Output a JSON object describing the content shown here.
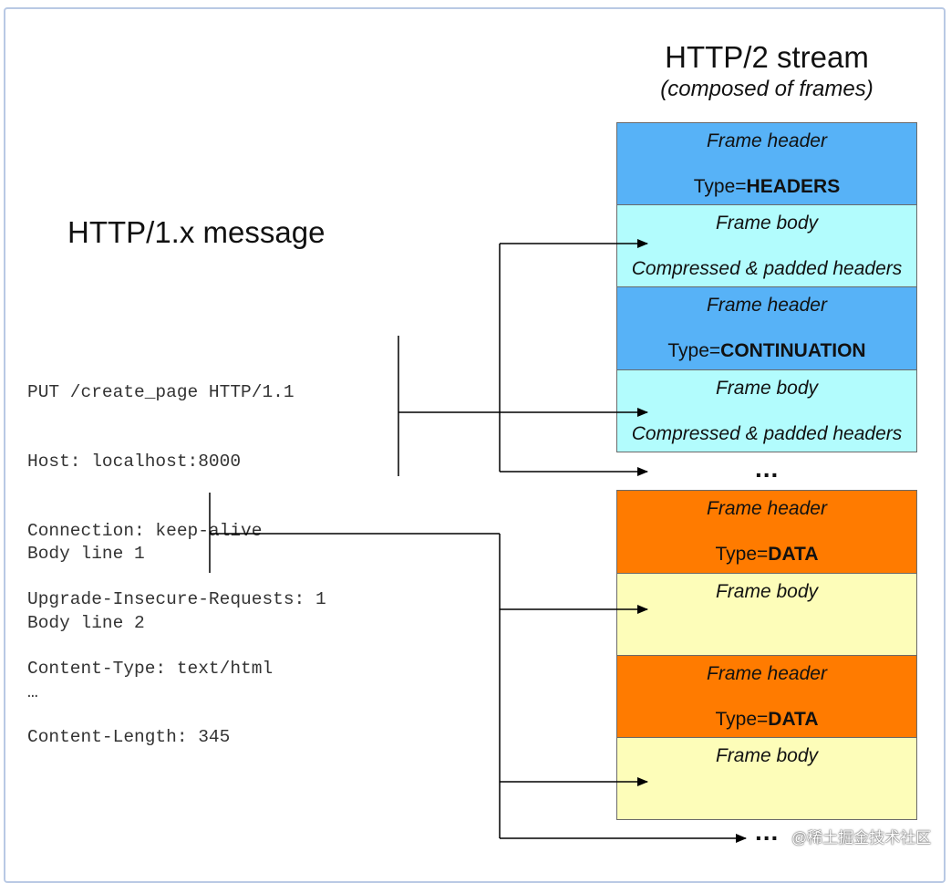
{
  "http1": {
    "title": "HTTP/1.x message",
    "header_lines": [
      "PUT /create_page HTTP/1.1",
      "Host: localhost:8000",
      "Connection: keep-alive",
      "Upgrade-Insecure-Requests: 1",
      "Content-Type: text/html",
      "Content-Length: 345"
    ],
    "body_lines": [
      "Body line 1",
      "Body line 2",
      "…"
    ]
  },
  "http2": {
    "title": "HTTP/2 stream",
    "subtitle": "(composed of frames)",
    "frames": [
      {
        "kind": "header",
        "line1": "Frame header",
        "type_prefix": "Type=",
        "type_value": "HEADERS",
        "color": "#57b2f7"
      },
      {
        "kind": "body",
        "line1": "Frame body",
        "line2": "Compressed & padded headers",
        "color": "#b2fcfd"
      },
      {
        "kind": "header",
        "line1": "Frame header",
        "type_prefix": "Type=",
        "type_value": "CONTINUATION",
        "color": "#57b2f7"
      },
      {
        "kind": "body",
        "line1": "Frame body",
        "line2": "Compressed & padded headers",
        "color": "#b2fcfd"
      },
      {
        "kind": "header",
        "line1": "Frame header",
        "type_prefix": "Type=",
        "type_value": "DATA",
        "color": "#ff7b00"
      },
      {
        "kind": "body",
        "line1": "Frame body",
        "line2": "",
        "color": "#fdfdb9"
      },
      {
        "kind": "header",
        "line1": "Frame header",
        "type_prefix": "Type=",
        "type_value": "DATA",
        "color": "#ff7b00"
      },
      {
        "kind": "body",
        "line1": "Frame body",
        "line2": "",
        "color": "#fdfdb9"
      }
    ],
    "ellipsis": "..."
  },
  "watermark": "@稀土掘金技术社区"
}
